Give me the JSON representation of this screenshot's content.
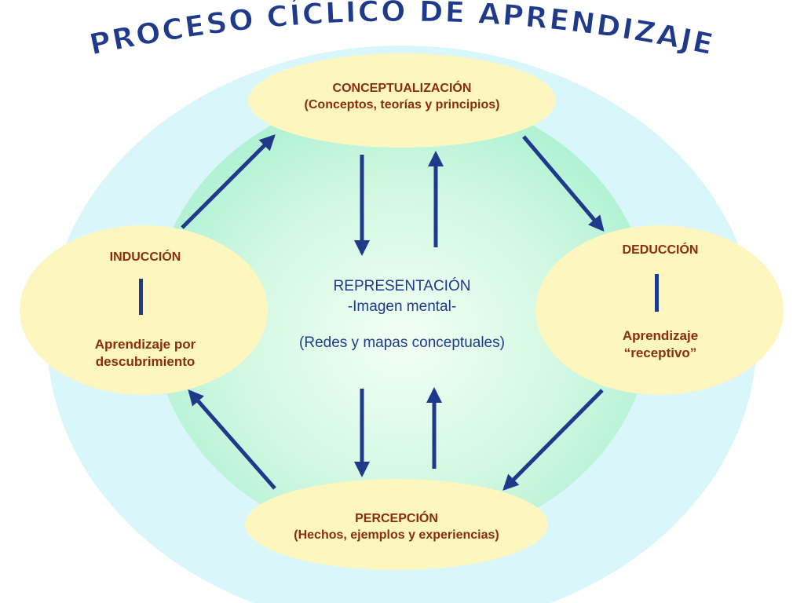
{
  "title": "PROCESO CÍCLICO DE APRENDIZAJE",
  "colors": {
    "outer_circle": "#d9f6fb",
    "inner_circle": "#a7f0cf",
    "center_glow": "#f2fff4",
    "node_fill": "#fdf7bf",
    "node_text": "#8b2d0c",
    "arrow": "#1f3a8a",
    "title_fill": "#1f3a8a"
  },
  "nodes": {
    "conceptualizacion": {
      "line1": "CONCEPTUALIZACIÓN",
      "line2": "(Conceptos, teorías y principios)"
    },
    "induccion": {
      "heading": "INDUCCIÓN",
      "line1": "Aprendizaje por",
      "line2": "descubrimiento"
    },
    "deduccion": {
      "heading": "DEDUCCIÓN",
      "line1": "Aprendizaje",
      "line2": "“receptivo”"
    },
    "percepcion": {
      "line1": "PERCEPCIÓN",
      "line2": "(Hechos, ejemplos y experiencias)"
    }
  },
  "center": {
    "line1": "REPRESENTACIÓN",
    "line2": "-Imagen mental-",
    "line3": "(Redes y mapas conceptuales)"
  }
}
